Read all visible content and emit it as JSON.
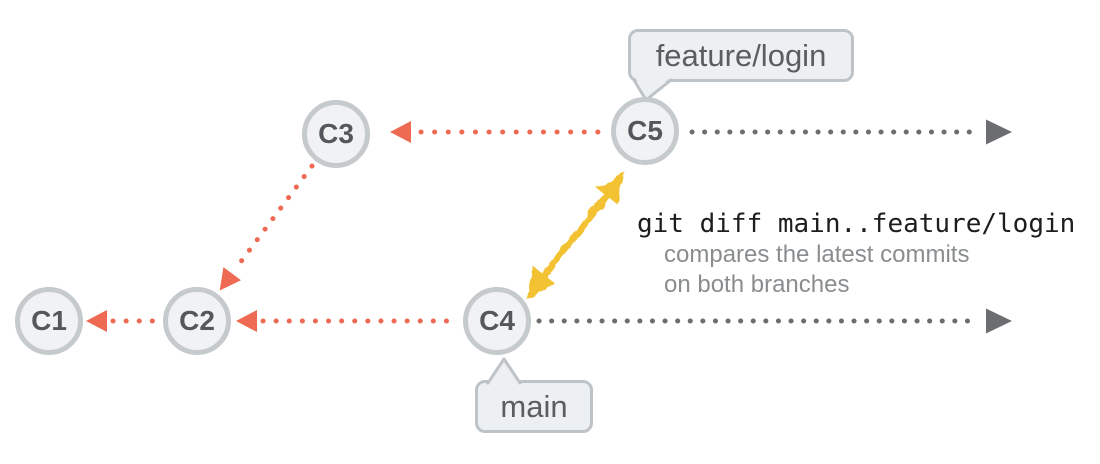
{
  "commits": [
    {
      "label": "C1"
    },
    {
      "label": "C2"
    },
    {
      "label": "C3"
    },
    {
      "label": "C4"
    },
    {
      "label": "C5"
    }
  ],
  "branch_labels": {
    "feature": "feature/login",
    "main": "main"
  },
  "annotation": {
    "command": "git diff main..feature/login",
    "caption_line1": "compares the latest commits",
    "caption_line2": "on both branches"
  },
  "colors": {
    "commit_fill": "#F0F2F3",
    "commit_border": "#C5CACD",
    "commit_text": "#54585C",
    "parent_edge_red": "#EE6A52",
    "timeline_gray": "#6B6D70",
    "diff_arrow_yellow": "#F2C230",
    "label_fill": "#EDF0F2",
    "label_border": "#BDC3C7",
    "label_text": "#5A5E61",
    "command_text": "#1D1D1D",
    "caption_text": "#8A8D8F"
  }
}
